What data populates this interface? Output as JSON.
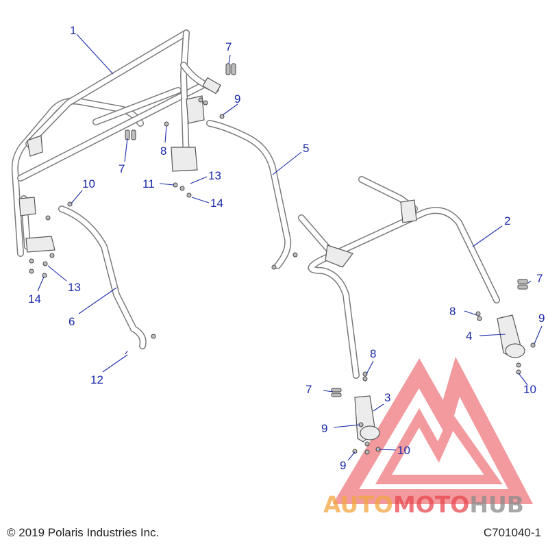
{
  "diagram": {
    "callouts": [
      {
        "id": "c1",
        "label": "1"
      },
      {
        "id": "c2",
        "label": "2"
      },
      {
        "id": "c3",
        "label": "3"
      },
      {
        "id": "c4",
        "label": "4"
      },
      {
        "id": "c5",
        "label": "5"
      },
      {
        "id": "c6",
        "label": "6"
      },
      {
        "id": "c7a",
        "label": "7"
      },
      {
        "id": "c7b",
        "label": "7"
      },
      {
        "id": "c7c",
        "label": "7"
      },
      {
        "id": "c7d",
        "label": "7"
      },
      {
        "id": "c8a",
        "label": "8"
      },
      {
        "id": "c8b",
        "label": "8"
      },
      {
        "id": "c8c",
        "label": "8"
      },
      {
        "id": "c9a",
        "label": "9"
      },
      {
        "id": "c9b",
        "label": "9"
      },
      {
        "id": "c9c",
        "label": "9"
      },
      {
        "id": "c9d",
        "label": "9"
      },
      {
        "id": "c10a",
        "label": "10"
      },
      {
        "id": "c10b",
        "label": "10"
      },
      {
        "id": "c10c",
        "label": "10"
      },
      {
        "id": "c11",
        "label": "11"
      },
      {
        "id": "c12",
        "label": "12"
      },
      {
        "id": "c13a",
        "label": "13"
      },
      {
        "id": "c13b",
        "label": "13"
      },
      {
        "id": "c14a",
        "label": "14"
      },
      {
        "id": "c14b",
        "label": "14"
      }
    ]
  },
  "footer": {
    "copyright": "© 2019 Polaris Industries Inc.",
    "code": "C701040-1"
  },
  "watermark": {
    "part1": "AUTO",
    "part2": "MOTO",
    "part3": "HUB"
  },
  "colors": {
    "callout": "#1a2aa8",
    "watermark_orange": "#f2a640",
    "watermark_red": "#e8484f",
    "watermark_gray": "#8a8a8a"
  }
}
